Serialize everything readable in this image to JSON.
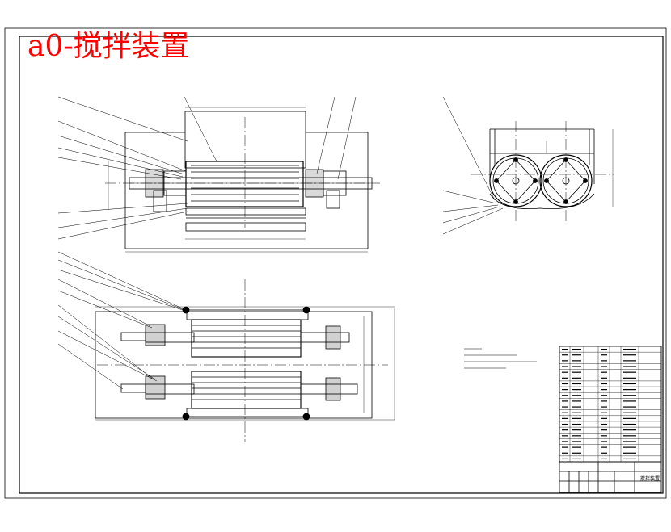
{
  "title": "a0-搅拌装置",
  "colors": {
    "line": "#000000",
    "title": "#ff0000",
    "background": "#ffffff"
  },
  "table": {
    "rows": 20,
    "name_label": "搅拌装置"
  }
}
